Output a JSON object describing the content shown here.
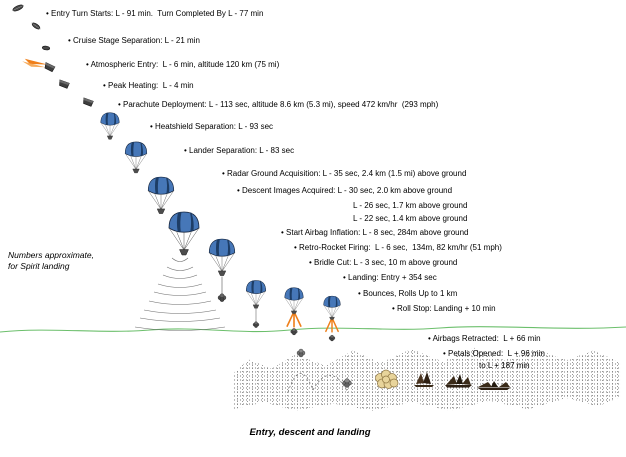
{
  "caption": "Entry, descent and landing",
  "note": {
    "line1": "Numbers approximate,",
    "line2": "for Spirit landing"
  },
  "colors": {
    "parachute-blue": "#4677b8",
    "parachute-dark": "#1d3d66",
    "flame-orange": "#ef7f1a",
    "ground-green": "#6cbf6c",
    "airbag-yellow": "#e8d49b"
  },
  "icons": {
    "cruise-stage-icon": "tilted-disc",
    "entry-capsule-icon": "capsule-with-flame-trail",
    "capsule-icon": "heatshield-capsule",
    "parachute-icon": "parachute-with-backshell",
    "radar-beam-icon": "concentric-arcs",
    "retro-rocket-icon": "parachute-with-flames",
    "airbag-cluster-icon": "ball-cluster",
    "lander-petals-icon": "opening-petals",
    "ground-line-icon": "green-terrain-line",
    "stipple-terrain-icon": "dotted-ground"
  },
  "events": [
    {
      "label": "• Entry Turn Starts: L - 91 min.  Turn Completed By L - 77 min"
    },
    {
      "label": "• Cruise Stage Separation: L - 21 min"
    },
    {
      "label": "• Atmospheric Entry:  L - 6 min, altitude 120 km (75 mi)"
    },
    {
      "label": "• Peak Heating:  L - 4 min"
    },
    {
      "label": "• Parachute Deployment: L - 113 sec, altitude 8.6 km (5.3 mi), speed 472 km/hr  (293 mph)"
    },
    {
      "label": "• Heatshield Separation: L - 93 sec"
    },
    {
      "label": "• Lander Separation: L - 83 sec"
    },
    {
      "label": "• Radar Ground Acquisition: L - 35 sec, 2.4 km (1.5 mi) above ground"
    },
    {
      "label": "• Descent Images Acquired: L - 30 sec, 2.0 km above ground"
    },
    {
      "label": "L - 26 sec, 1.7 km above ground"
    },
    {
      "label": "L - 22 sec, 1.4 km above ground"
    },
    {
      "label": "• Start Airbag Inflation: L - 8 sec, 284m above ground"
    },
    {
      "label": "• Retro-Rocket Firing:  L - 6 sec,  134m, 82 km/hr (51 mph)"
    },
    {
      "label": "• Bridle Cut: L - 3 sec, 10 m above ground"
    },
    {
      "label": "• Landing: Entry + 354 sec"
    },
    {
      "label": "• Bounces, Rolls Up to 1 km"
    },
    {
      "label": "• Roll Stop: Landing + 10 min"
    },
    {
      "label": "• Airbags Retracted:  L + 66 min"
    },
    {
      "label": "• Petals Opened:  L + 96 min"
    },
    {
      "label": "to L + 187 min"
    }
  ]
}
